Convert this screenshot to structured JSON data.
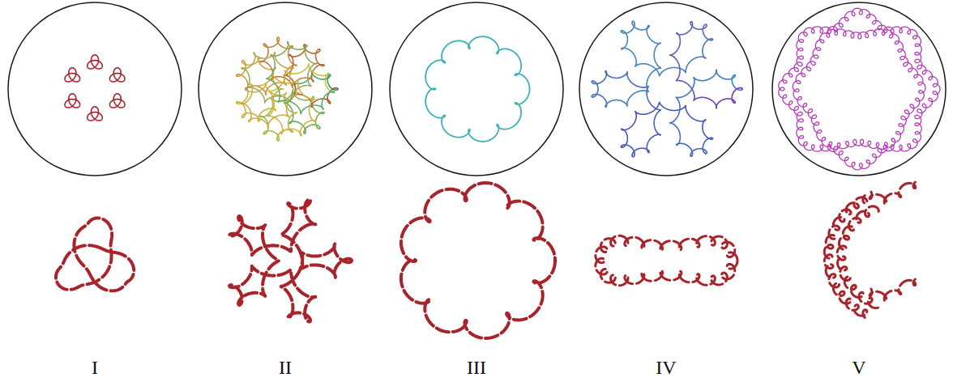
{
  "diagram": {
    "labels": [
      "I",
      "II",
      "III",
      "IV",
      "V"
    ]
  }
}
